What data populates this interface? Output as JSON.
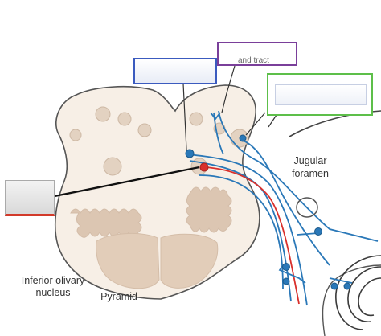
{
  "labels": {
    "jugular": "Jugular",
    "foramen": "foramen",
    "inferior": "Inferior olivary",
    "nucleus": "nucleus",
    "pyramid": "Pyramid",
    "purple_fragment": "and tract"
  },
  "answer_boxes": [
    {
      "id": "blue-box",
      "border": "#3b5bbf"
    },
    {
      "id": "purple-box",
      "border": "#7a3f9a"
    },
    {
      "id": "green-box",
      "border": "#5dbf4a"
    },
    {
      "id": "red-box",
      "border": "#d23a2a"
    }
  ],
  "colors": {
    "tissue": "#f7efe6",
    "outline": "#555555",
    "nucleus_fill": "#e3d2c1",
    "olive_fill": "#dcc6b2",
    "pyramid_fill": "#e2cdb9",
    "nerve_blue": "#2a78b8",
    "nerve_red": "#d9302c"
  }
}
